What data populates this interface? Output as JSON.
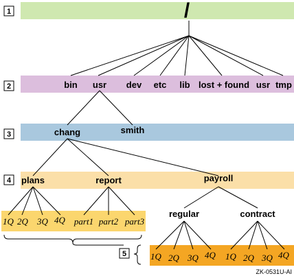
{
  "levels": [
    "1",
    "2",
    "3",
    "4",
    "5"
  ],
  "root": "/",
  "level2": [
    "bin",
    "usr",
    "dev",
    "etc",
    "lib",
    "lost + found",
    "usr",
    "tmp"
  ],
  "level3": [
    "chang",
    "smith"
  ],
  "level4": [
    "plans",
    "report",
    "payroll"
  ],
  "plans_files": [
    "1Q",
    "2Q",
    "3Q",
    "4Q"
  ],
  "report_files": [
    "part1",
    "part2",
    "part3"
  ],
  "payroll_subdirs": [
    "regular",
    "contract"
  ],
  "regular_files": [
    "1Q",
    "2Q",
    "3Q",
    "4Q"
  ],
  "contract_files": [
    "1Q",
    "2Q",
    "3Q",
    "4Q"
  ],
  "figure_ref": "ZK-0531U-AI",
  "colors": {
    "band1": "#cfe8b0",
    "band2": "#dcbedd",
    "band3": "#a9c8de",
    "band4": "#fbdfa8",
    "band5a": "#fbd66e",
    "band5b": "#f4a623"
  }
}
